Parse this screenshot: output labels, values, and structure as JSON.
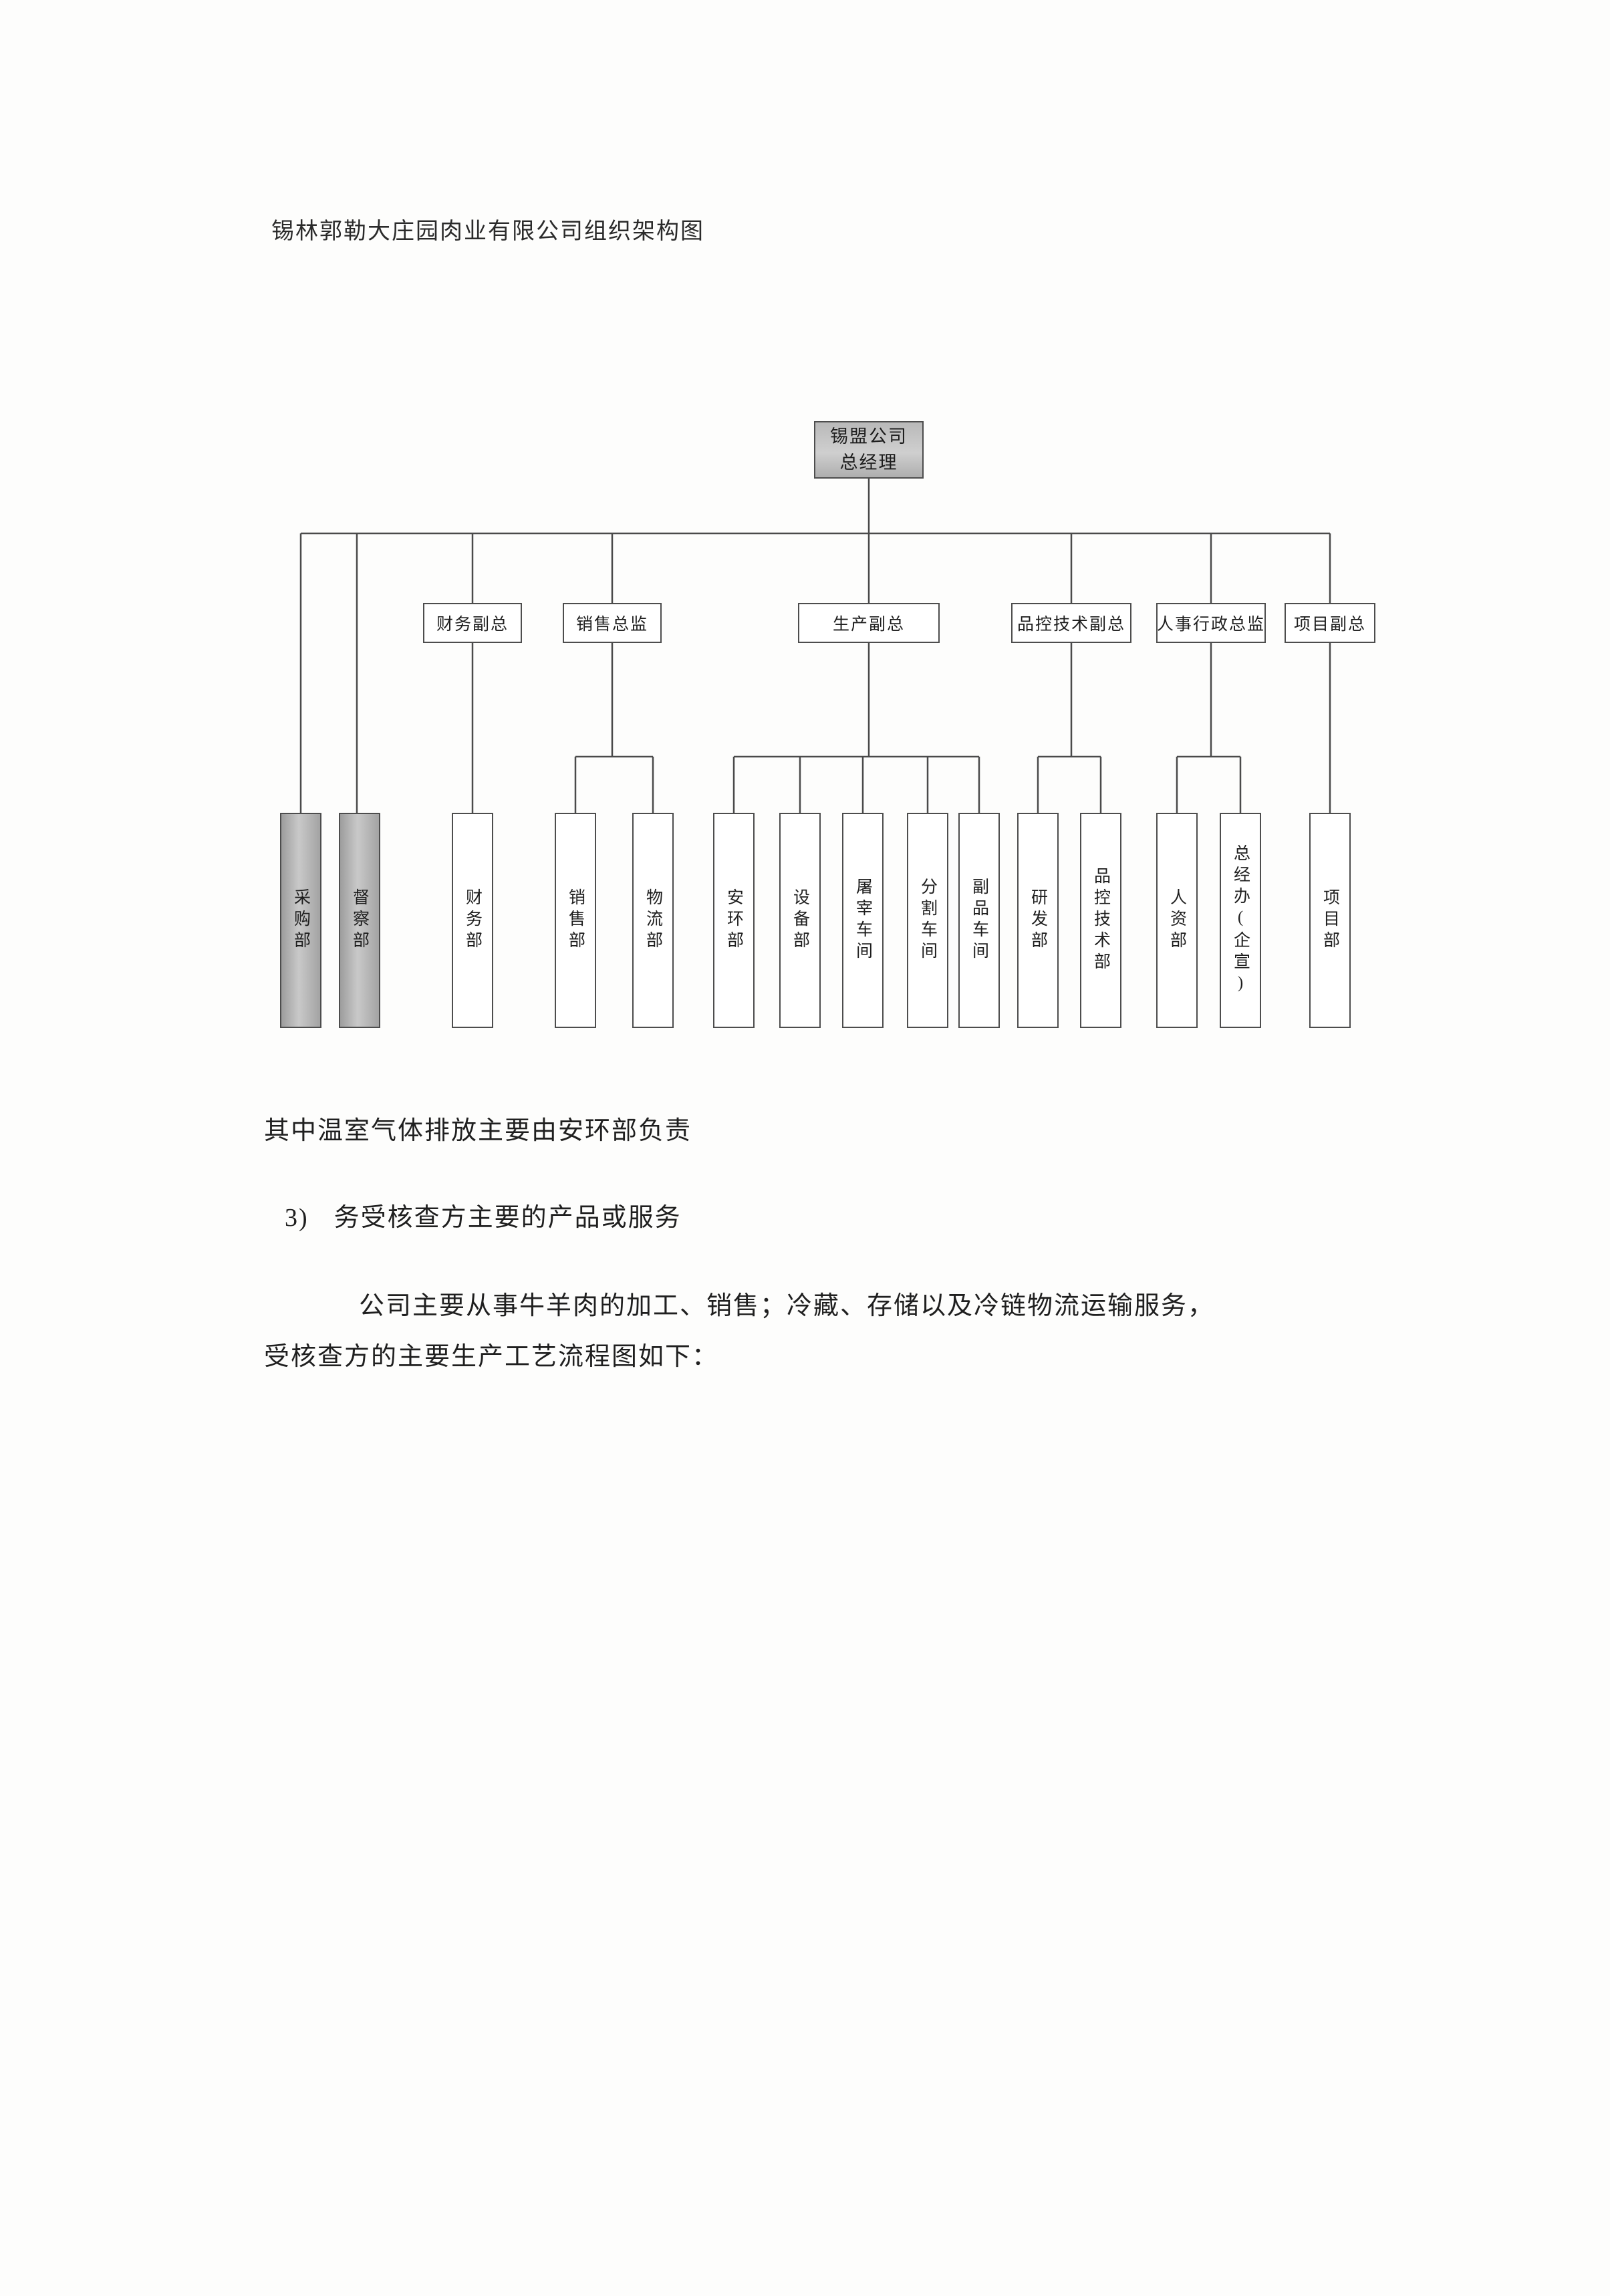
{
  "page": {
    "title": "锡林郭勒大庄园肉业有限公司组织架构图"
  },
  "org_chart": {
    "root": {
      "line1": "锡盟公司",
      "line2": "总经理"
    },
    "managers": [
      {
        "label": "财务副总"
      },
      {
        "label": "销售总监"
      },
      {
        "label": "生产副总"
      },
      {
        "label": "品控技术副总"
      },
      {
        "label": "人事行政总监"
      },
      {
        "label": "项目副总"
      }
    ],
    "departments": [
      {
        "label": "采购部",
        "shaded": true
      },
      {
        "label": "督察部",
        "shaded": true
      },
      {
        "label": "财务部",
        "shaded": false
      },
      {
        "label": "销售部",
        "shaded": false
      },
      {
        "label": "物流部",
        "shaded": false
      },
      {
        "label": "安环部",
        "shaded": false
      },
      {
        "label": "设备部",
        "shaded": false
      },
      {
        "label": "屠宰车间",
        "shaded": false
      },
      {
        "label": "分割车间",
        "shaded": false
      },
      {
        "label": "副品车间",
        "shaded": false
      },
      {
        "label": "研发部",
        "shaded": false
      },
      {
        "label": "品控技术部",
        "shaded": false
      },
      {
        "label": "人资部",
        "shaded": false
      },
      {
        "label": "总经办(企宣)",
        "shaded": false
      },
      {
        "label": "项目部",
        "shaded": false
      }
    ]
  },
  "notes": {
    "ghg_note": "其中温室气体排放主要由安环部负责",
    "item_number": "3)",
    "item_title": "务受核查方主要的产品或服务",
    "paragraph_line1": "公司主要从事牛羊肉的加工、销售；冷藏、存储以及冷链物流运输服务，",
    "paragraph_line2": "受核查方的主要生产工艺流程图如下："
  },
  "colors": {
    "box_border": "#4d4d4d",
    "shaded_fill": "#b3b3b3",
    "line": "#4a4a4a",
    "text": "#1f1f1f"
  }
}
